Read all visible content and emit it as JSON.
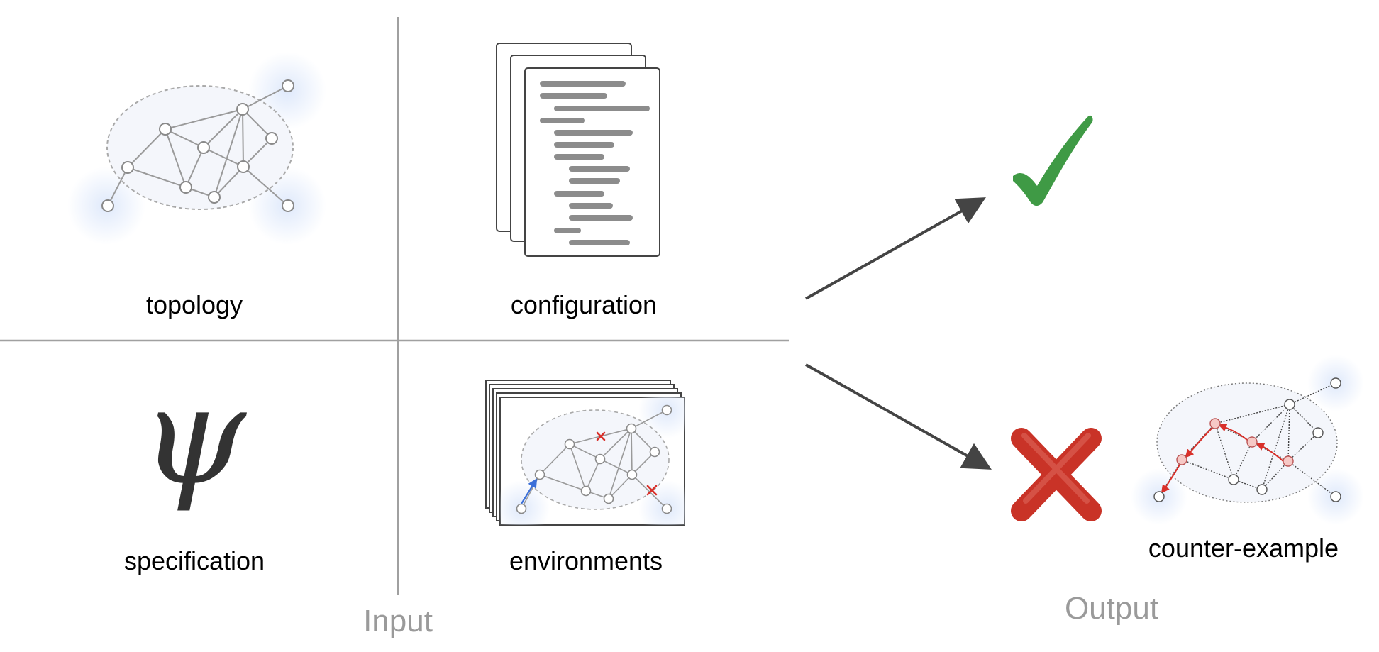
{
  "inputs": {
    "topology": "topology",
    "configuration": "configuration",
    "specification": "specification",
    "environments": "environments"
  },
  "specification_symbol": "ψ",
  "outputs": {
    "counter_example": "counter-example"
  },
  "group_labels": {
    "input": "Input",
    "output": "Output"
  },
  "colors": {
    "divider": "#a0a0a0",
    "group_label": "#9a9a9a",
    "check": "#3f9a45",
    "cross": "#c93327",
    "arrow": "#444444",
    "failure_path": "#d9302a",
    "link_failure_marker": "#d9302a",
    "injected_route": "#3b6fd8",
    "external_zone": "#dfe9fb",
    "node_stroke": "#8a8a8a",
    "region_fill": "#f4f6fb"
  },
  "icons": [
    "topology-graph-icon",
    "configuration-documents-icon",
    "psi-symbol-icon",
    "environments-stack-icon",
    "checkmark-icon",
    "cross-icon",
    "counter-example-graph-icon"
  ]
}
